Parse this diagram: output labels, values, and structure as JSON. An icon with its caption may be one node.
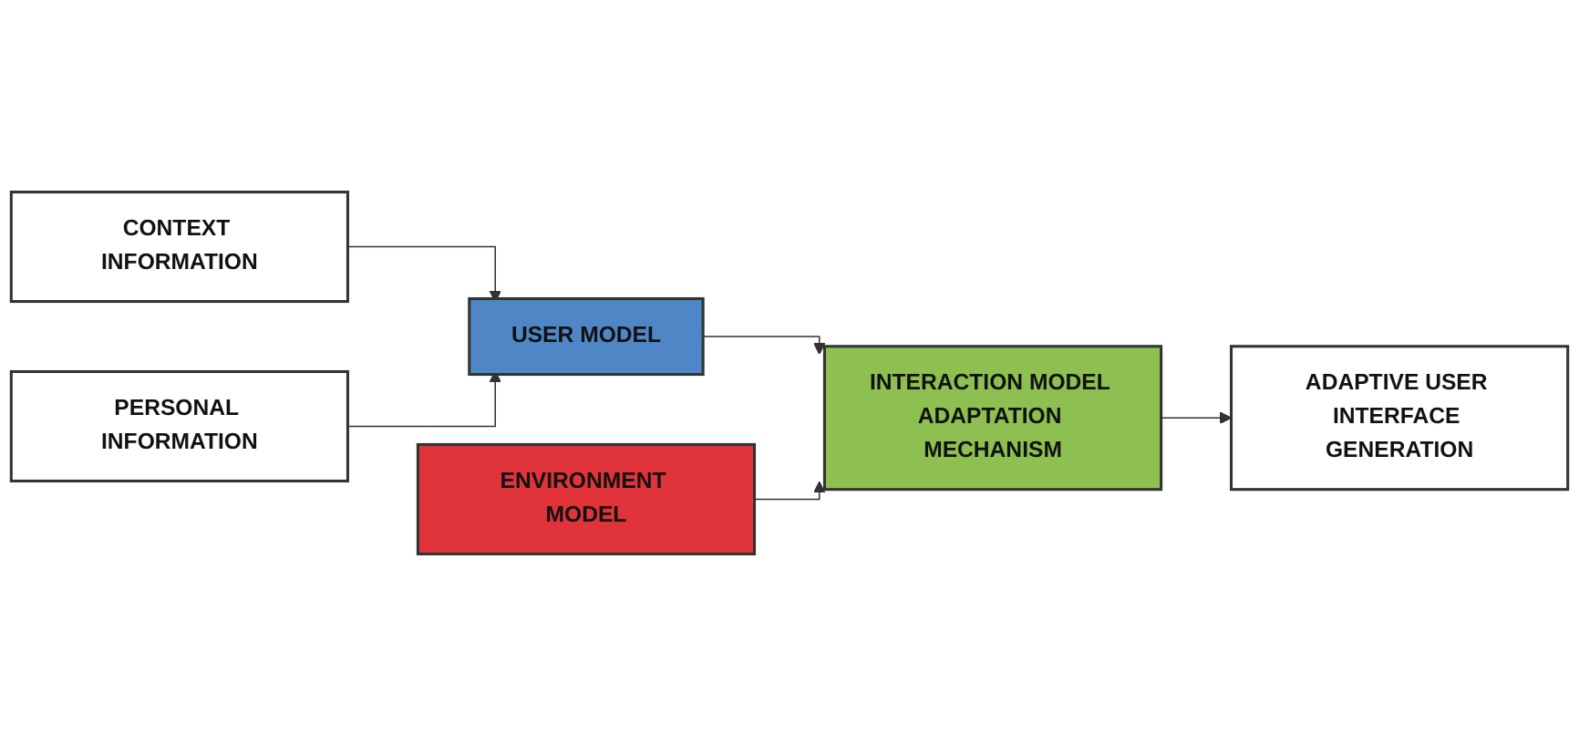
{
  "diagram": {
    "nodes": [
      {
        "text": [
          "CONTEXT INFORMATION"
        ]
      },
      {
        "text": [
          "USER MODEL"
        ]
      },
      {
        "text": [
          "PERSONAL INFORMATION"
        ]
      },
      {
        "text": [
          "INTERACTION MODEL ADAPTATION MECHANISM"
        ]
      },
      {
        "text": [
          "ENVIRONMENT MODEL"
        ]
      },
      {
        "text": [
          "ADAPTIVE USER INTERFACE GENERATION"
        ]
      }
    ],
    "edges": [
      {
        "from": 0,
        "to": 1,
        "arrow": "to"
      },
      {
        "from": 2,
        "to": 1,
        "arrow": "to"
      },
      {
        "from": 1,
        "to": 3,
        "arrow": "to"
      },
      {
        "from": 4,
        "to": 3,
        "arrow": "to"
      },
      {
        "from": 3,
        "to": 5,
        "arrow": "to"
      }
    ]
  }
}
